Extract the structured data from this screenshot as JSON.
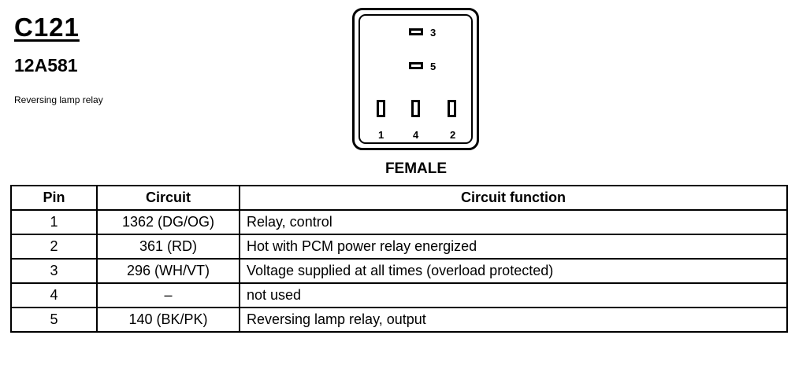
{
  "connector": {
    "id": "C121",
    "part_number": "12A581",
    "description": "Reversing lamp relay",
    "gender_label": "FEMALE",
    "pin_numbers": {
      "p3": "3",
      "p5": "5",
      "p1": "1",
      "p4": "4",
      "p2": "2"
    }
  },
  "table": {
    "headers": {
      "pin": "Pin",
      "circuit": "Circuit",
      "function": "Circuit function"
    },
    "rows": [
      {
        "pin": "1",
        "circuit": "1362 (DG/OG)",
        "function": "Relay, control"
      },
      {
        "pin": "2",
        "circuit": "361 (RD)",
        "function": "Hot with PCM power relay energized"
      },
      {
        "pin": "3",
        "circuit": "296 (WH/VT)",
        "function": "Voltage supplied at all times (overload protected)"
      },
      {
        "pin": "4",
        "circuit": "–",
        "function": "not used"
      },
      {
        "pin": "5",
        "circuit": "140 (BK/PK)",
        "function": "Reversing lamp relay, output"
      }
    ]
  }
}
